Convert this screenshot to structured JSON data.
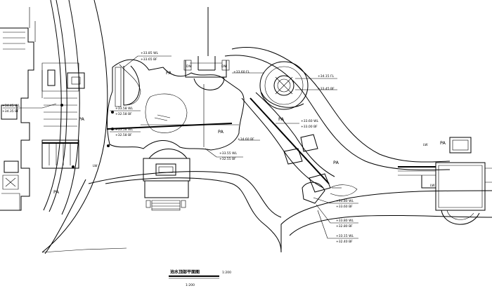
{
  "elevation_labels": {
    "nw_top": "+33.85 WL",
    "nw_bot": "+33.65 BF",
    "left_top": "+34.45 WL",
    "left_bot": "+34.35 BF",
    "mid_top": "+33.58 WL",
    "mid_bot": "+32.58 BF",
    "mid2_top": "+33.58 WL",
    "mid2_bot": "+32.58 BF",
    "center_top": "+33.55 WL",
    "center_bot": "+32.55 BF",
    "fl_left": "+33.60 FL",
    "round_top": "+34.15 FL",
    "round_bot": "+33.45 BF",
    "pa_right_top": "+33.60 WL",
    "pa_right_bot": "+33.00 BF",
    "stream_bf": "+34.60 BF",
    "se1_top": "+33.80 WL",
    "se1_bot": "+33.60 BF",
    "se2_top": "+33.80 WL",
    "se2_bot": "+32.80 BF",
    "se3_top": "+33.15 WL",
    "se3_bot": "+32.40 BF"
  },
  "area_labels": {
    "pa_1": "PA",
    "pa_2": "PA",
    "pa_3": "PA",
    "pa_4": "PA",
    "pa_5": "PA",
    "pa_6": "PA",
    "pa_7": "PA",
    "lw_1": "LW",
    "lw_2": "LW",
    "lw_3": "LW",
    "dn_1": "DN",
    "dn_2": "DN"
  },
  "title": {
    "name": "池水顶部平面图",
    "code": "1:200",
    "scale": "1:200"
  }
}
